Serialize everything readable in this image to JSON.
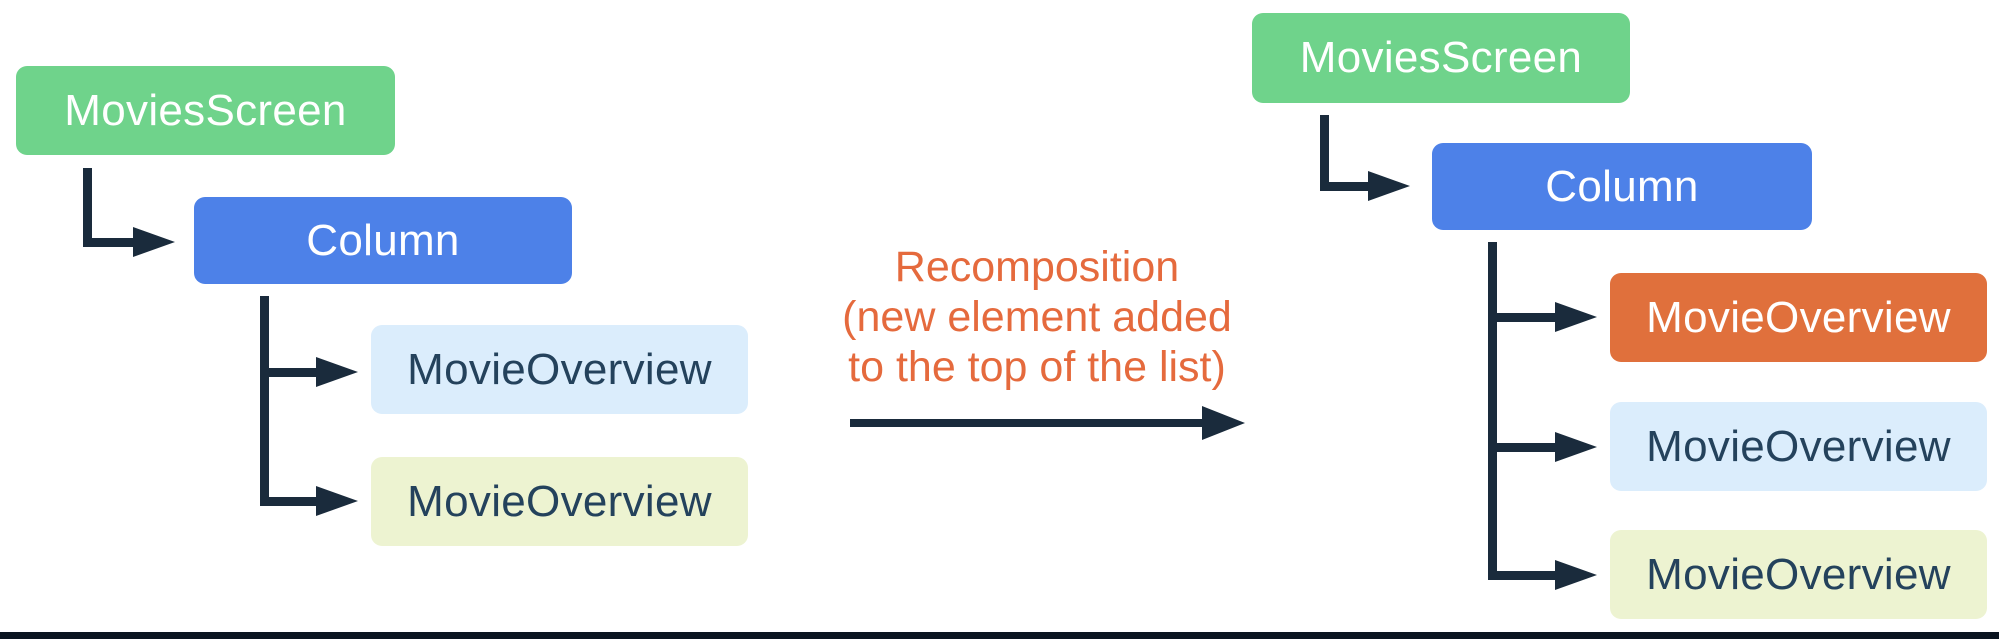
{
  "colors": {
    "green": "#6FD38B",
    "blue": "#4D81E8",
    "light_blue": "#DBEDFC",
    "light_yellow": "#EDF3D1",
    "orange": "#E0703C",
    "white_text": "#FFFFFF",
    "dark_text": "#24425C",
    "connector": "#1A2B3C",
    "annotation_text": "#E56A3D",
    "bottom_bar": "#0A1420"
  },
  "left_tree": {
    "nodes": [
      {
        "label": "MoviesScreen"
      },
      {
        "label": "Column"
      },
      {
        "label": "MovieOverview"
      },
      {
        "label": "MovieOverview"
      }
    ]
  },
  "annotation": {
    "lines": [
      "Recomposition",
      "(new element added",
      "to the top of the list)"
    ]
  },
  "right_tree": {
    "nodes": [
      {
        "label": "MoviesScreen"
      },
      {
        "label": "Column"
      },
      {
        "label": "MovieOverview"
      },
      {
        "label": "MovieOverview"
      },
      {
        "label": "MovieOverview"
      }
    ]
  }
}
